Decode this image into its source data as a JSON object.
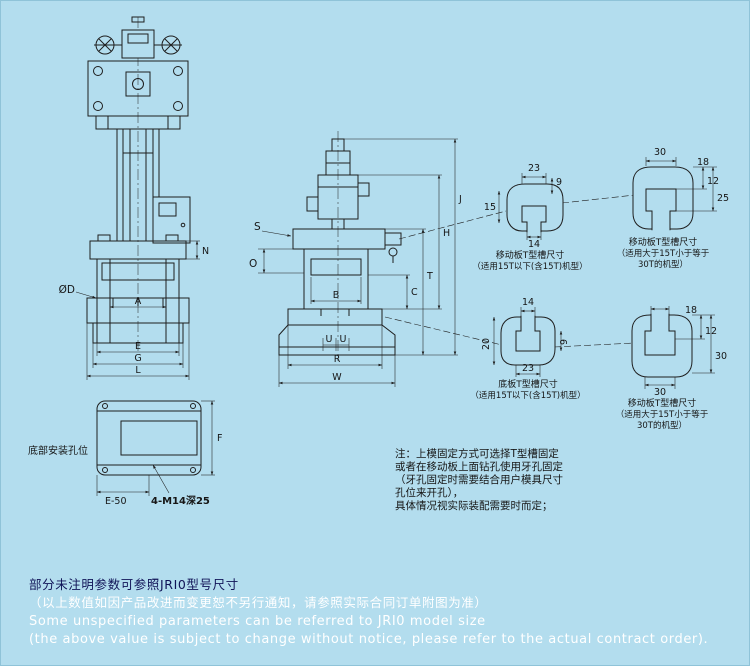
{
  "colors": {
    "background": "#b3ddee",
    "line": "#1e1e1e",
    "footer_dark": "#101357",
    "footer_light": "#ffffff"
  },
  "front_view": {
    "phi_d": "ØD",
    "a": "A",
    "e": "E",
    "g": "G",
    "l": "L",
    "n": "N"
  },
  "base_plate": {
    "caption": "底部安装孔位",
    "f": "F",
    "e50": "E-50",
    "thread": "4-M14深25"
  },
  "side_view": {
    "s": "S",
    "o": "O",
    "j": "J",
    "h": "H",
    "t": "T",
    "c": "C",
    "b": "B",
    "u1": "U",
    "u2": "U",
    "r": "R",
    "w": "W"
  },
  "sections": {
    "a": {
      "d_top": "23",
      "d_right": "9",
      "d_left": "15",
      "d_bottom": "14",
      "cap1": "移动板T型槽尺寸",
      "cap2": "（适用15T以下(含15T)机型）"
    },
    "b": {
      "d_top": "30",
      "d_right1": "18",
      "d_right2": "12",
      "d_right3": "25",
      "cap1": "移动板T型槽尺寸",
      "cap2": "（适用大于15T小于等于",
      "cap3": "30T的机型）"
    },
    "c": {
      "d_top": "14",
      "d_left": "20",
      "d_right": "9",
      "d_bottom": "23",
      "cap1": "底板T型槽尺寸",
      "cap2": "（适用15T以下(含15T)机型）"
    },
    "d": {
      "d_top": "18",
      "d_right1": "12",
      "d_right2": "30",
      "d_bottom": "30",
      "cap1": "移动板T型槽尺寸",
      "cap2": "（适用大于15T小于等于",
      "cap3": "30T的机型）"
    }
  },
  "notes": {
    "line1": "注：上模固定方式可选择T型槽固定",
    "line2": "或者在移动板上面钻孔使用牙孔固定",
    "line3": "（牙孔固定时需要结合用户模具尺寸",
    "line4": "孔位来开孔），",
    "line5": "具体情况视实际装配需要时而定；"
  },
  "footer": {
    "zh1": "部分未注明参数可参照JRI0型号尺寸",
    "zh2": "（以上数值如因产品改进而变更恕不另行通知，请参照实际合同订单附图为准）",
    "en1": "Some unspecified parameters can be referred to JRI0 model size",
    "en2": "(the above value is subject to change without notice, please refer to the actual contract order)."
  }
}
